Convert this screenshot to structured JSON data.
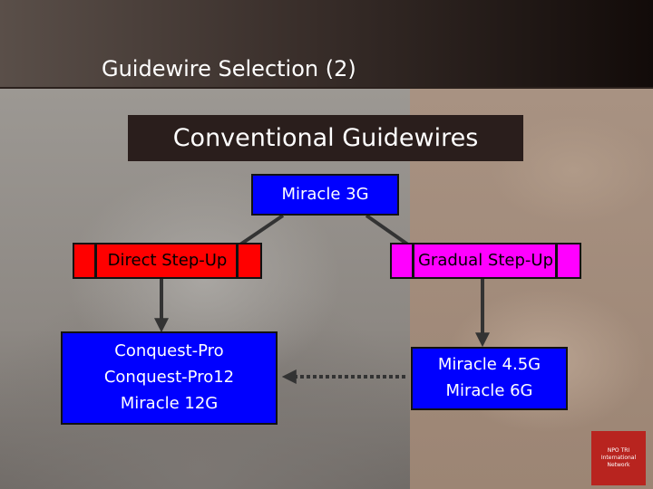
{
  "slide": {
    "title": "Guidewire Selection (2)",
    "heading": "Conventional Guidewires"
  },
  "diagram": {
    "root": {
      "label": "Miracle 3G"
    },
    "left_branch": {
      "label": "Direct Step-Up",
      "children": [
        "Conquest-Pro",
        "Conquest-Pro12",
        "Miracle 12G"
      ]
    },
    "right_branch": {
      "label": "Gradual Step-Up",
      "children": [
        "Miracle 4.5G",
        "Miracle 6G"
      ]
    }
  },
  "logo": {
    "lines": [
      "NPO TRI",
      "International",
      "Network"
    ]
  },
  "colors": {
    "heading_bg": "#2a1e1c",
    "root_fill": "#0000ff",
    "left_branch_fill": "#ff0000",
    "right_branch_fill": "#ff00ff",
    "leaf_fill": "#0000ff",
    "connector": "#333333",
    "logo_bg": "#b8241f"
  }
}
